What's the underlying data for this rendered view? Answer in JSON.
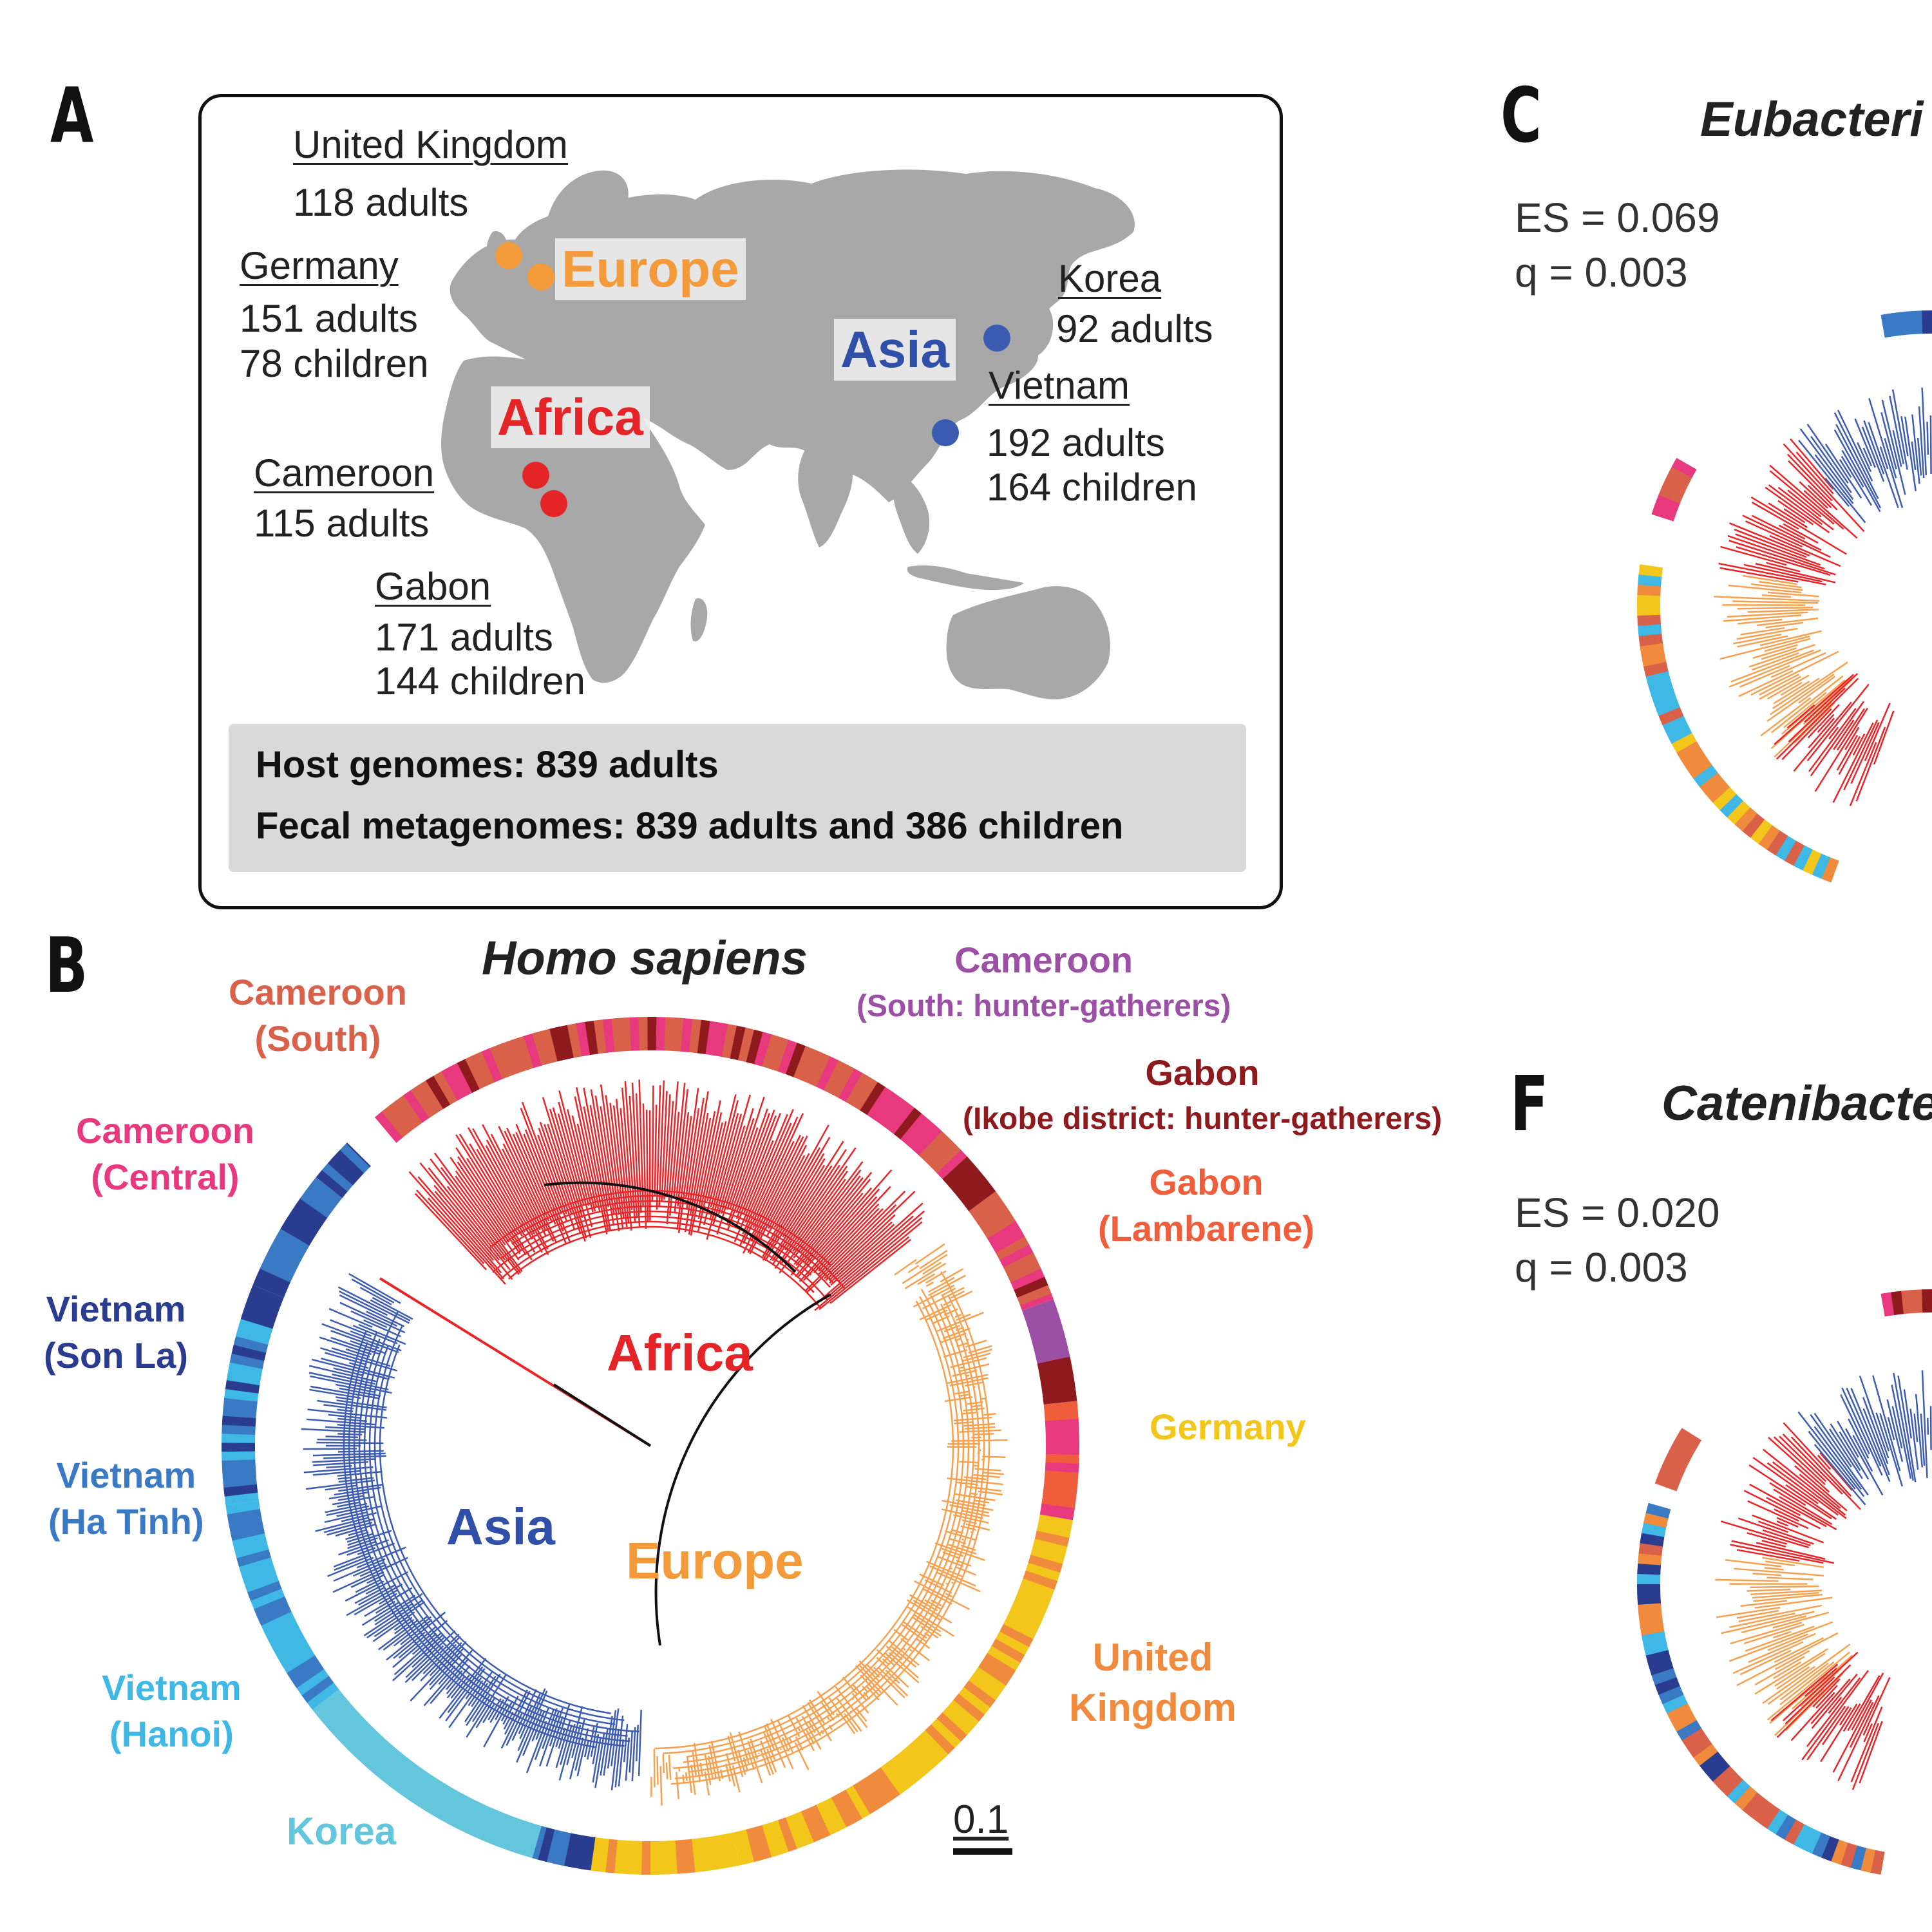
{
  "panels": {
    "a": {
      "letter": "A",
      "sites": {
        "uk": {
          "name": "United Kingdom",
          "line1": "118 adults",
          "line2": ""
        },
        "germany": {
          "name": "Germany",
          "line1": "151 adults",
          "line2": "78 children"
        },
        "cameroon": {
          "name": "Cameroon",
          "line1": "115 adults",
          "line2": ""
        },
        "gabon": {
          "name": "Gabon",
          "line1": "171 adults",
          "line2": "144 children"
        },
        "korea": {
          "name": "Korea",
          "line1": "92 adults",
          "line2": ""
        },
        "vietnam": {
          "name": "Vietnam",
          "line1": "192 adults",
          "line2": "164 children"
        }
      },
      "regions": {
        "europe": "Europe",
        "asia": "Asia",
        "africa": "Africa"
      },
      "summary": {
        "host": "Host genomes:  839 adults",
        "fecal": "Fecal metagenomes:  839 adults and 386 children"
      }
    },
    "b": {
      "letter": "B",
      "title": "Homo sapiens",
      "clades": {
        "africa": "Africa",
        "asia": "Asia",
        "europe": "Europe"
      },
      "scale_label": "0.1",
      "populations": [
        {
          "id": "cameroon-south",
          "name": "Cameroon",
          "detail": "(South)",
          "color": "#d9614a"
        },
        {
          "id": "cameroon-hg",
          "name": "Cameroon",
          "detail": "(South: hunter-gatherers)",
          "color": "#9b4fa5"
        },
        {
          "id": "gabon-ikobe",
          "name": "Gabon",
          "detail": "(Ikobe district: hunter-gatherers)",
          "color": "#8e1a1e"
        },
        {
          "id": "gabon-lambarene",
          "name": "Gabon",
          "detail": "(Lambarene)",
          "color": "#ef5d3b"
        },
        {
          "id": "cameroon-central",
          "name": "Cameroon",
          "detail": "(Central)",
          "color": "#e9397e"
        },
        {
          "id": "germany",
          "name": "Germany",
          "detail": "",
          "color": "#f2c61a"
        },
        {
          "id": "vietnam-sonla",
          "name": "Vietnam",
          "detail": "(Son La)",
          "color": "#2a3c8f"
        },
        {
          "id": "vietnam-hatinh",
          "name": "Vietnam",
          "detail": "(Ha Tinh)",
          "color": "#3a7ac5"
        },
        {
          "id": "vietnam-hanoi",
          "name": "Vietnam",
          "detail": "(Hanoi)",
          "color": "#3fb8e6"
        },
        {
          "id": "uk",
          "name": "United",
          "detail": "Kingdom",
          "color": "#f08a3c"
        },
        {
          "id": "korea",
          "name": "Korea",
          "detail": "",
          "color": "#63c6dc"
        }
      ]
    },
    "c": {
      "letter": "C",
      "title": "Eubacteri",
      "es": "ES = 0.069",
      "q": "q = 0.003"
    },
    "f": {
      "letter": "F",
      "title": "Catenibacte",
      "es": "ES = 0.020",
      "q": "q = 0.003"
    }
  },
  "colors": {
    "africa": "#e8262a",
    "europe": "#f5a150",
    "asia": "#3e5db2",
    "europe_label": "#f39a3a",
    "asia_label": "#2f4fa8",
    "africa_label": "#e42427",
    "map": "#a8a8a8"
  }
}
